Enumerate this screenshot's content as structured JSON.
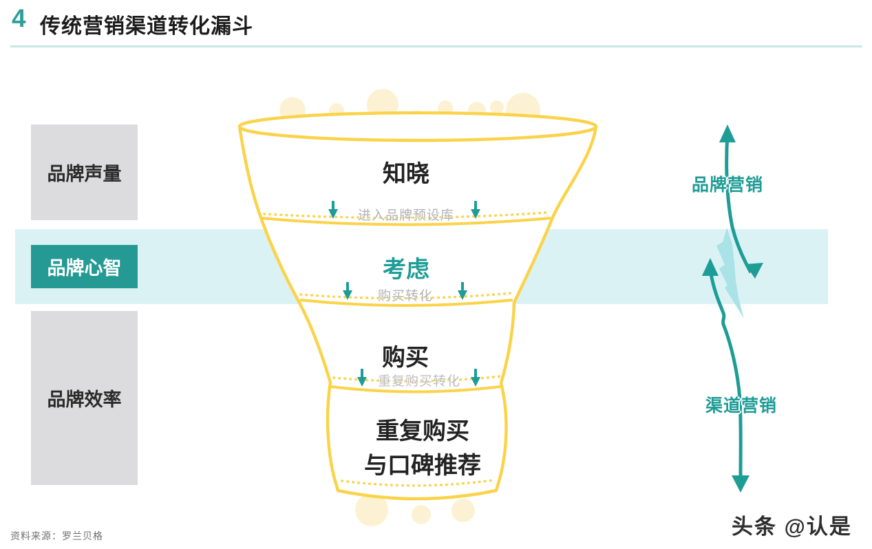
{
  "header": {
    "figure_number": "4",
    "title": "传统营销渠道转化漏斗"
  },
  "left_panel": {
    "voice_label": "品牌声量",
    "mind_label": "品牌心智",
    "efficiency_label": "品牌效率"
  },
  "funnel": {
    "stages": [
      "知晓",
      "考虑",
      "购买",
      "重复购买与口碑推荐"
    ],
    "stage1": "知晓",
    "transition1": "进入品牌预设库",
    "stage2": "考虑",
    "transition2": "购买转化",
    "stage3": "购买",
    "transition3": "重复购买转化",
    "stage4_line1": "重复购买",
    "stage4_line2": "与口碑推荐"
  },
  "right_panel": {
    "brand_marketing_label": "品牌营销",
    "channel_marketing_label": "渠道营销"
  },
  "footer": {
    "source": "资料来源：罗兰贝格",
    "watermark": "头条 @认是"
  },
  "icons": {
    "down_arrow": "down-arrow-icon",
    "up_arrow": "up-arrow-icon",
    "lightning": "lightning-bolt-icon",
    "bubbles": "bubble-icon"
  },
  "colors": {
    "accent_teal": "#1E9C96",
    "teal_box": "#259A95",
    "band_cyan": "#DBF2F4",
    "funnel_yellow": "#FBD34A",
    "bubble_yellow": "#FCF2D3",
    "gray_box": "#DCDCDE",
    "gray_text": "#B3B3B3",
    "title_rule": "#C9E7E3",
    "lightning_cyan": "#A9E2E7"
  }
}
